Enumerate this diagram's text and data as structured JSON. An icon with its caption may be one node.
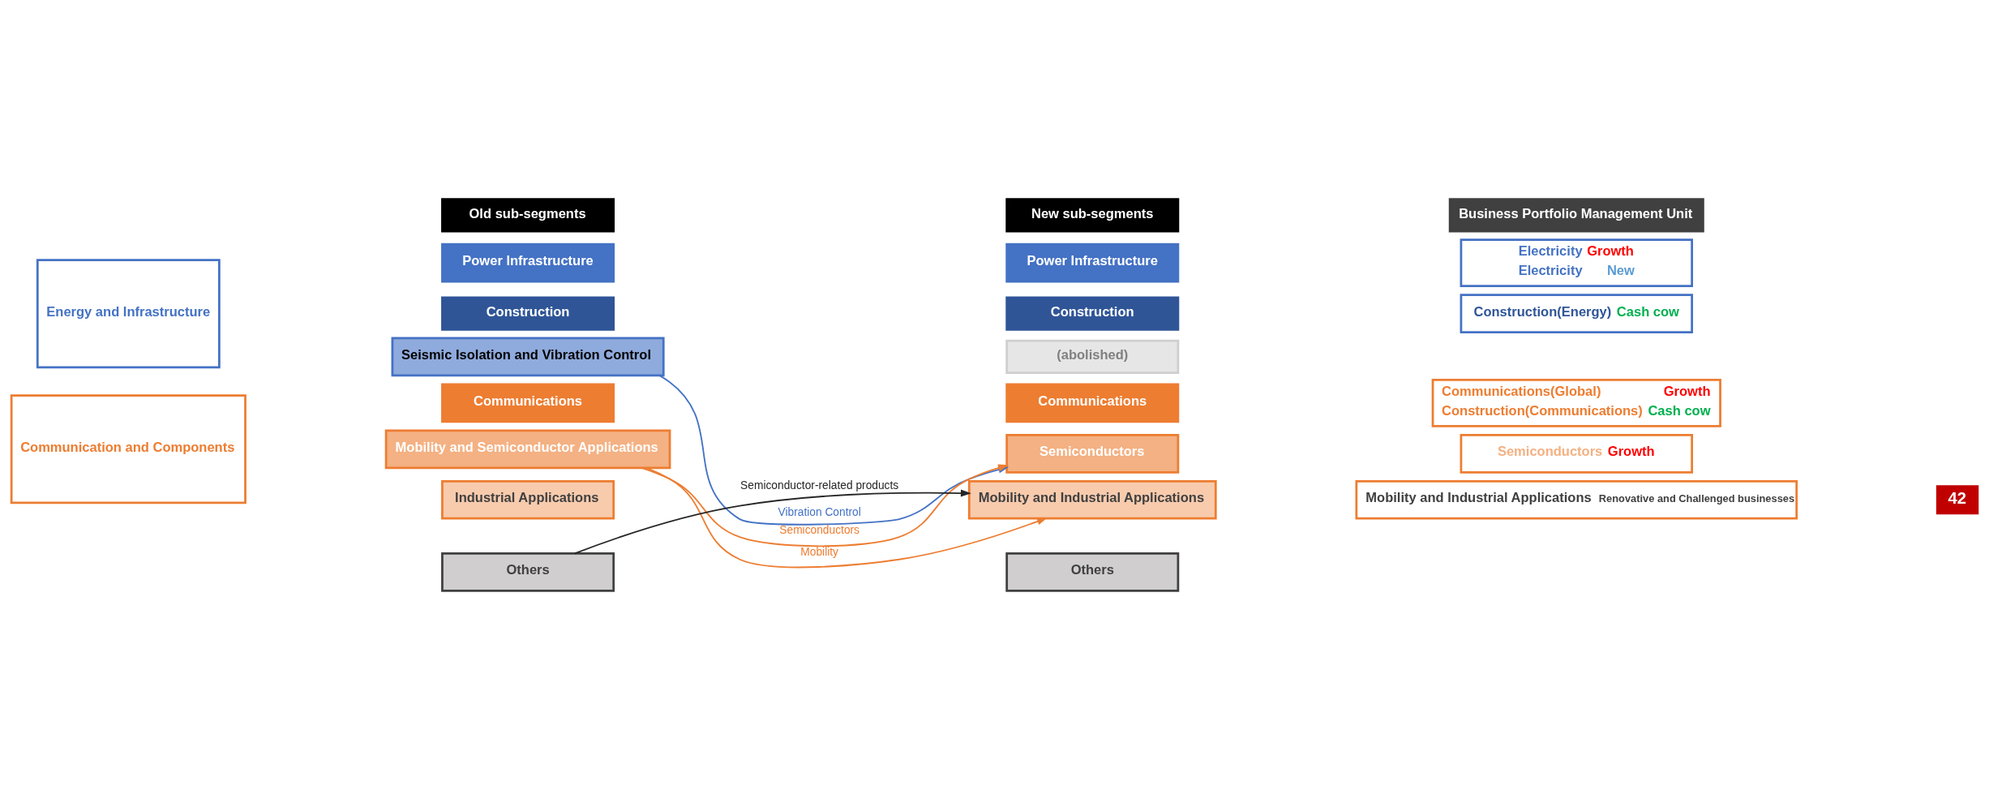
{
  "diagram": {
    "nodes": [
      {
        "text": [
          "Old sub-segments"
        ]
      },
      {
        "text": [
          "New sub-segments"
        ]
      },
      {
        "text": [
          "Business Portfolio Management Unit"
        ]
      },
      {
        "text": [
          "Energy and Infrastructure"
        ]
      },
      {
        "text": [
          "Power Infrastructure"
        ]
      },
      {
        "text": [
          "Construction"
        ]
      },
      {
        "text": [
          "Seismic Isolation and Vibration Control"
        ]
      },
      {
        "text": [
          "Communication and Components"
        ]
      },
      {
        "text": [
          "Communications"
        ]
      },
      {
        "text": [
          "Mobility and Semiconductor Applications"
        ]
      },
      {
        "text": [
          "Industrial Applications"
        ]
      },
      {
        "text": [
          "Others"
        ]
      },
      {
        "text": [
          "Power Infrastructure"
        ]
      },
      {
        "text": [
          "Construction"
        ]
      },
      {
        "text": [
          "(abolished)"
        ]
      },
      {
        "text": [
          "Communications"
        ]
      },
      {
        "text": [
          "Semiconductors"
        ]
      },
      {
        "text": [
          "Mobility and Industrial Applications"
        ]
      },
      {
        "text": [
          "Others"
        ]
      },
      {
        "text": [
          "Electricity",
          "Growth",
          "Electricity",
          "New"
        ]
      },
      {
        "text": [
          "Construction(Energy)",
          "Cash cow"
        ]
      },
      {
        "text": [
          "Communications(Global)",
          "Growth",
          "Construction(Communications)",
          "Cash cow"
        ]
      },
      {
        "text": [
          "Semiconductors",
          "Growth"
        ]
      },
      {
        "text": [
          "Mobility and Industrial Applications",
          "Renovative and Challenged businesses"
        ]
      }
    ],
    "edges": [
      {
        "from": 6,
        "to": 16,
        "arrow": "to",
        "label": "Vibration Control",
        "color": "#4472c4"
      },
      {
        "from": 9,
        "to": 16,
        "arrow": "to",
        "label": "Semiconductors"
      },
      {
        "from": 9,
        "to": 17,
        "arrow": "to",
        "label": "Mobility"
      },
      {
        "from": 11,
        "to": 17,
        "arrow": "to",
        "label": "Semiconductor-related products",
        "color": "#262626"
      }
    ],
    "labels": [
      "42"
    ]
  }
}
